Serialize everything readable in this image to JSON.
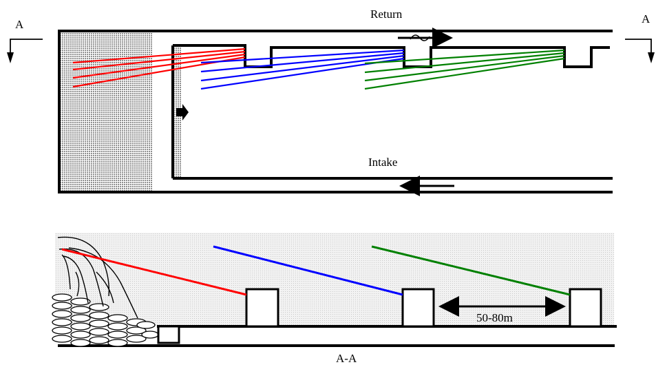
{
  "labels": {
    "return": "Return",
    "intake": "Intake",
    "section_left": "A",
    "section_right": "A",
    "distance": "50-80m",
    "section_caption": "A-A"
  },
  "colors": {
    "red": "#ff0000",
    "blue": "#0000ff",
    "green": "#008000",
    "hatch": "#b5b5b5",
    "shade": "#e6e6e6"
  }
}
